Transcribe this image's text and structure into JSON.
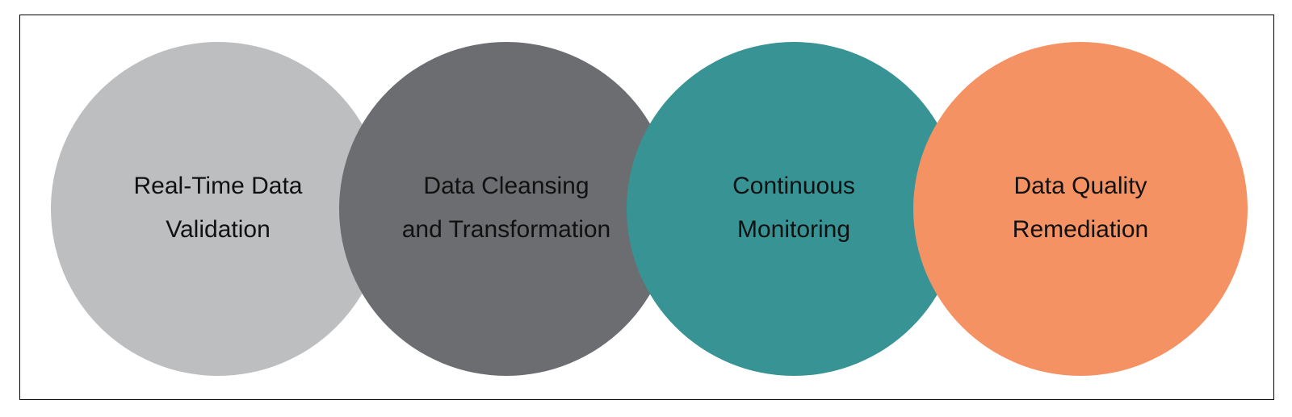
{
  "diagram": {
    "nodes": [
      {
        "line1": "Real-Time Data",
        "line2": "Validation",
        "color": "#bdbec0"
      },
      {
        "line1": "Data Cleansing",
        "line2": "and Transformation",
        "color": "#6c6d70"
      },
      {
        "line1": "Continuous",
        "line2": "Monitoring",
        "color": "#389394"
      },
      {
        "line1": "Data Quality",
        "line2": "Remediation",
        "color": "#f59263"
      }
    ]
  }
}
